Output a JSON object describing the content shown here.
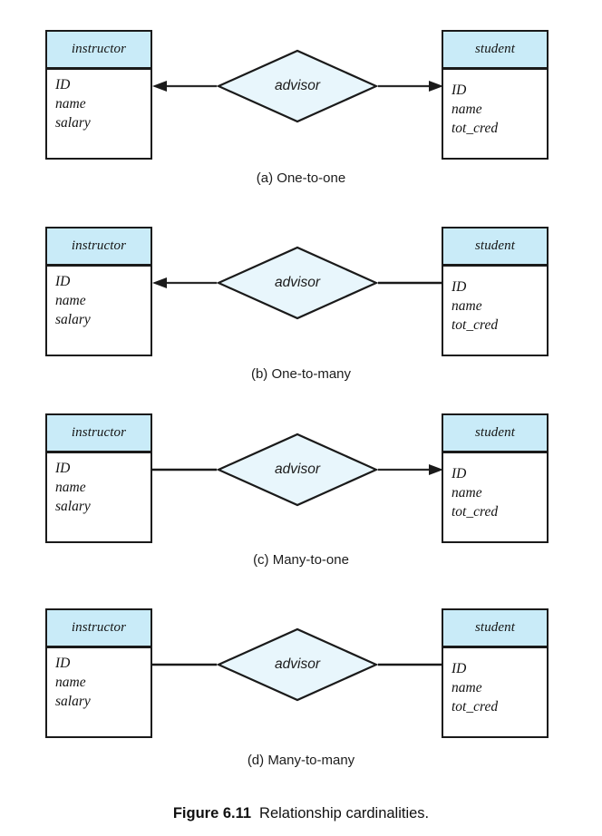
{
  "figure": {
    "number_label": "Figure 6.11",
    "caption_text": "Relationship cardinalities."
  },
  "entities": {
    "instructor": {
      "name": "instructor",
      "attributes": [
        "ID",
        "name",
        "salary"
      ]
    },
    "student": {
      "name": "student",
      "attributes": [
        "ID",
        "name",
        "tot_cred"
      ]
    }
  },
  "relationship": {
    "name": "advisor"
  },
  "colors": {
    "entity_header_fill": "#c9ebf8",
    "diamond_fill": "#e8f6fc",
    "stroke": "#1a1a1a",
    "background": "#ffffff"
  },
  "diagrams": [
    {
      "id": "a",
      "caption": "(a) One-to-one",
      "left_entity": "instructor",
      "right_entity": "student",
      "relationship": "advisor",
      "left_arrow": true,
      "right_arrow": true
    },
    {
      "id": "b",
      "caption": "(b) One-to-many",
      "left_entity": "instructor",
      "right_entity": "student",
      "relationship": "advisor",
      "left_arrow": true,
      "right_arrow": false
    },
    {
      "id": "c",
      "caption": "(c) Many-to-one",
      "left_entity": "instructor",
      "right_entity": "student",
      "relationship": "advisor",
      "left_arrow": false,
      "right_arrow": true
    },
    {
      "id": "d",
      "caption": "(d) Many-to-many",
      "left_entity": "instructor",
      "right_entity": "student",
      "relationship": "advisor",
      "left_arrow": false,
      "right_arrow": false
    }
  ]
}
